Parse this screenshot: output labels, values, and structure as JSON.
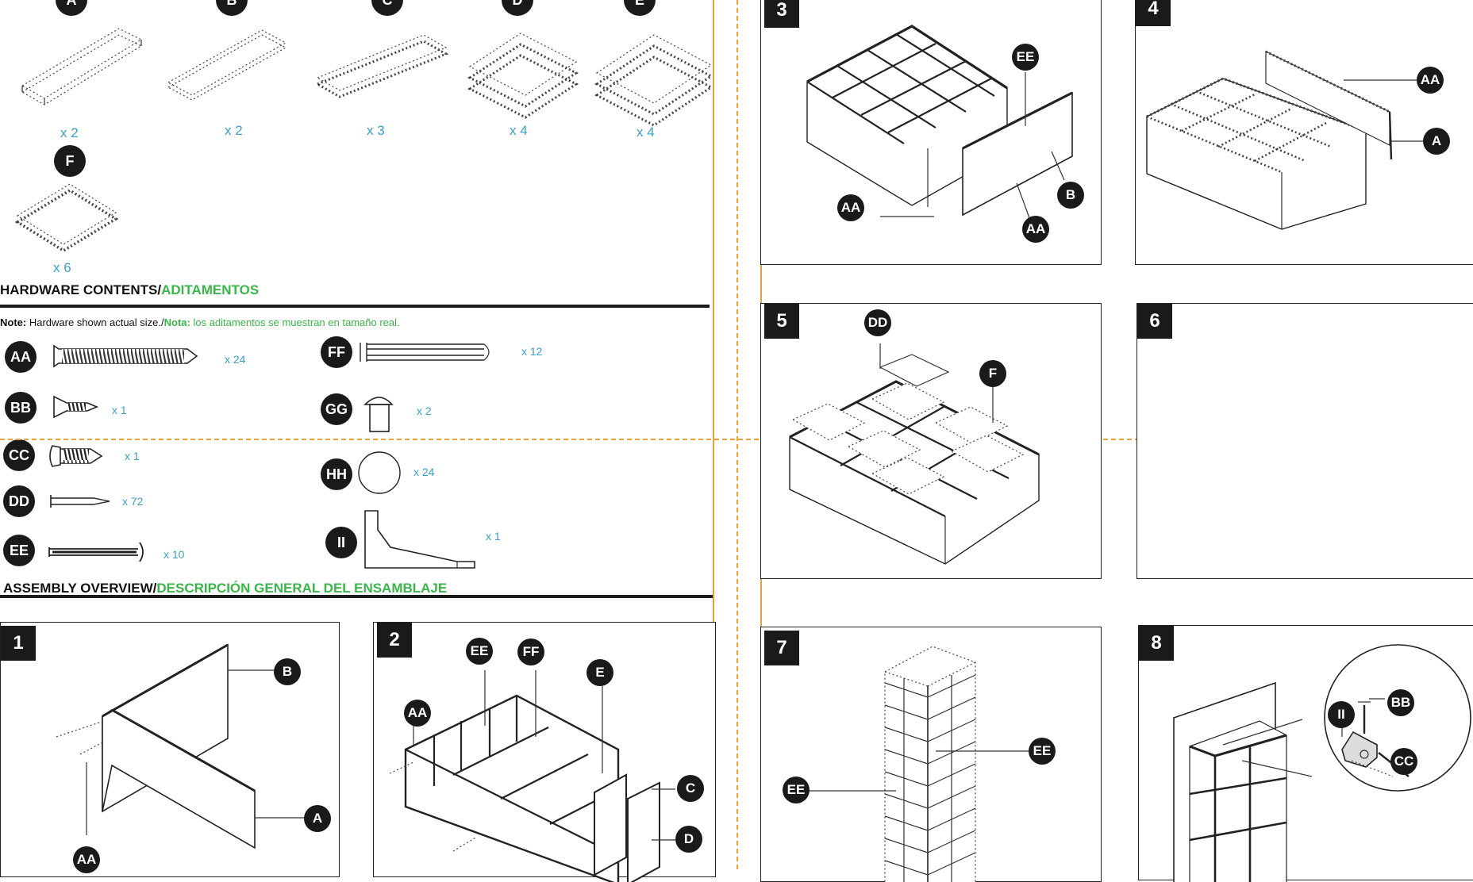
{
  "parts": [
    {
      "label": "A",
      "qty": "x 2"
    },
    {
      "label": "B",
      "qty": "x 2"
    },
    {
      "label": "C",
      "qty": "x 3"
    },
    {
      "label": "D",
      "qty": "x 4"
    },
    {
      "label": "E",
      "qty": "x 4"
    },
    {
      "label": "F",
      "qty": "x 6"
    }
  ],
  "hardware_title": {
    "en": "HARDWARE CONTENTS/",
    "es": "ADITAMENTOS"
  },
  "note": {
    "en_label": "Note:",
    "en": " Hardware shown actual size./",
    "es_label": "Nota:",
    "es": " los aditamentos se muestran en tamaño real."
  },
  "hardware": [
    {
      "label": "AA",
      "qty": "x 24"
    },
    {
      "label": "BB",
      "qty": "x 1"
    },
    {
      "label": "CC",
      "qty": "x 1"
    },
    {
      "label": "DD",
      "qty": "x 72"
    },
    {
      "label": "EE",
      "qty": "x 10"
    },
    {
      "label": "FF",
      "qty": "x 12"
    },
    {
      "label": "GG",
      "qty": "x 2"
    },
    {
      "label": "HH",
      "qty": "x 24"
    },
    {
      "label": "II",
      "qty": "x 1"
    }
  ],
  "assembly_title": {
    "en": "ASSEMBLY OVERVIEW/",
    "es": "DESCRIPCIÓN GENERAL DEL ENSAMBLAJE"
  },
  "steps": [
    {
      "num": "1",
      "callouts": [
        "B",
        "A",
        "AA"
      ]
    },
    {
      "num": "2",
      "callouts": [
        "EE",
        "FF",
        "E",
        "AA",
        "C",
        "D"
      ]
    },
    {
      "num": "3",
      "callouts": [
        "EE",
        "AA",
        "B",
        "AA"
      ]
    },
    {
      "num": "4",
      "callouts": [
        "AA",
        "A"
      ]
    },
    {
      "num": "5",
      "callouts": [
        "DD",
        "F"
      ]
    },
    {
      "num": "6",
      "callouts": []
    },
    {
      "num": "7",
      "callouts": [
        "EE",
        "EE"
      ]
    },
    {
      "num": "8",
      "callouts": [
        "II",
        "BB",
        "CC"
      ]
    }
  ],
  "colors": {
    "accent_orange": "#e8a23a",
    "spanish_green": "#3ab54a",
    "qty_blue": "#3aa0c8"
  }
}
